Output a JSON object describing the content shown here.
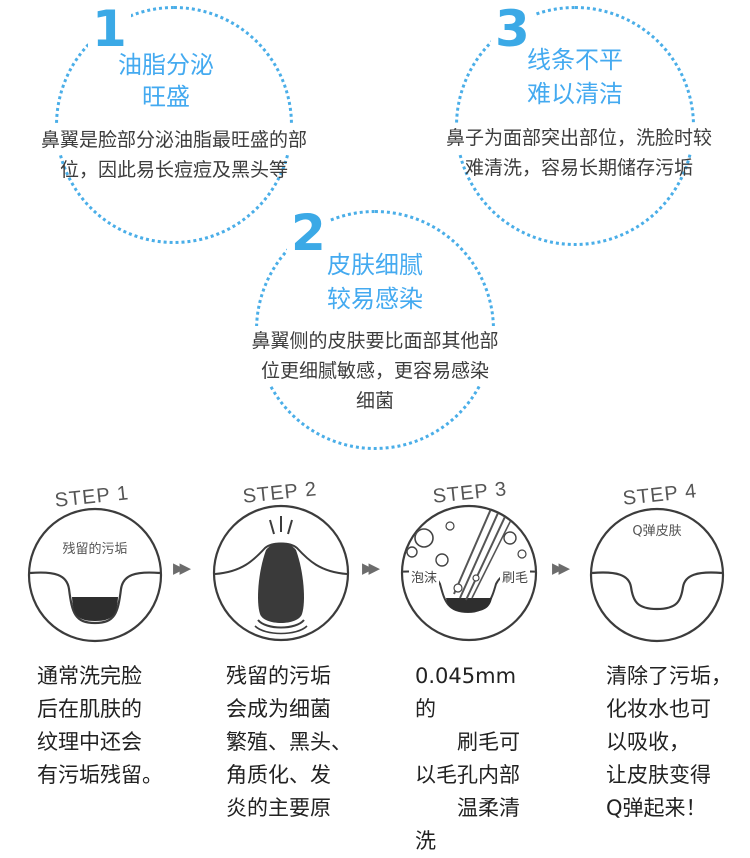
{
  "features": [
    {
      "number": "1",
      "title_line1": "油脂分泌",
      "title_line2": "旺盛",
      "desc_line1": "鼻翼是脸部分泌油脂最旺盛的部",
      "desc_line2": "位，因此易长痘痘及黑头等"
    },
    {
      "number": "3",
      "title_line1": "线条不平",
      "title_line2": "难以清洁",
      "desc_line1": "鼻子为面部突出部位，洗脸时较",
      "desc_line2": "难清洗，容易长期储存污垢"
    },
    {
      "number": "2",
      "title_line1": "皮肤细腻",
      "title_line2": "较易感染",
      "desc_line1": "鼻翼侧的皮肤要比面部其他部",
      "desc_line2": "位更细腻敏感，更容易感染",
      "desc_line3": "细菌"
    }
  ],
  "steps": [
    {
      "label": "STEP 1",
      "inner_label": "残留的污垢",
      "text": [
        "通常洗完脸",
        "后在肌肤的",
        "纹理中还会",
        "有污垢残留。"
      ]
    },
    {
      "label": "STEP 2",
      "text": [
        "残留的污垢",
        "会成为细菌",
        "繁殖、黑头、",
        "角质化、发",
        "炎的主要原"
      ]
    },
    {
      "label": "STEP 3",
      "inner_label_left": "泡沫",
      "inner_label_right": "刷毛",
      "text": [
        "0.045mm的",
        "刷毛可",
        "以毛孔内部",
        "温柔清",
        "洗"
      ]
    },
    {
      "label": "STEP 4",
      "inner_label": "Q弹皮肤",
      "text": [
        "清除了污垢，",
        "化妆水也可",
        "以吸收，",
        "让皮肤变得",
        "Q弹起来！"
      ]
    }
  ],
  "arrow_glyph": "▶▶",
  "colors": {
    "accent": "#44aaf0",
    "dots": "#4aaee8",
    "line": "#444444",
    "dark": "#333333"
  }
}
